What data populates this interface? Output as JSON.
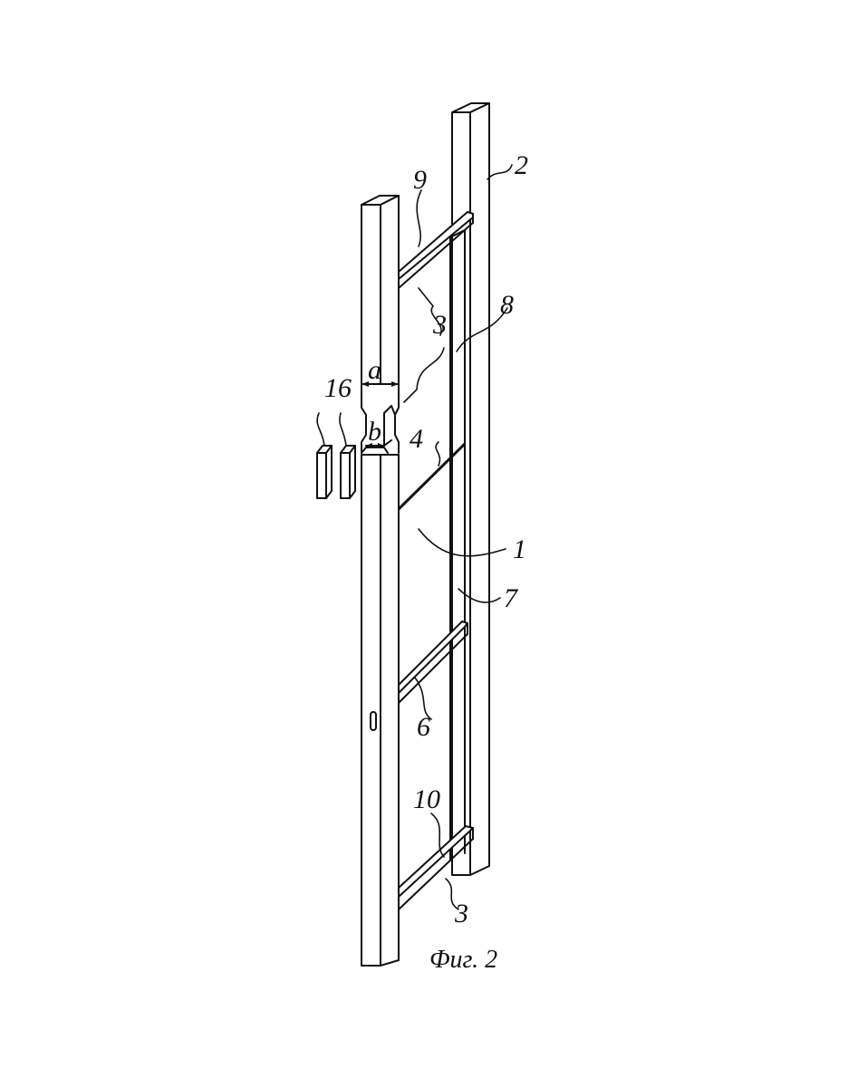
{
  "labels": {
    "l2": "2",
    "l9": "9",
    "l3a": "3",
    "l8": "8",
    "la": "a",
    "l16": "16",
    "lb": "b",
    "l4": "4",
    "l1": "1",
    "l7": "7",
    "l6": "6",
    "l10": "10",
    "l3b": "3"
  },
  "caption": "Фиг. 2"
}
